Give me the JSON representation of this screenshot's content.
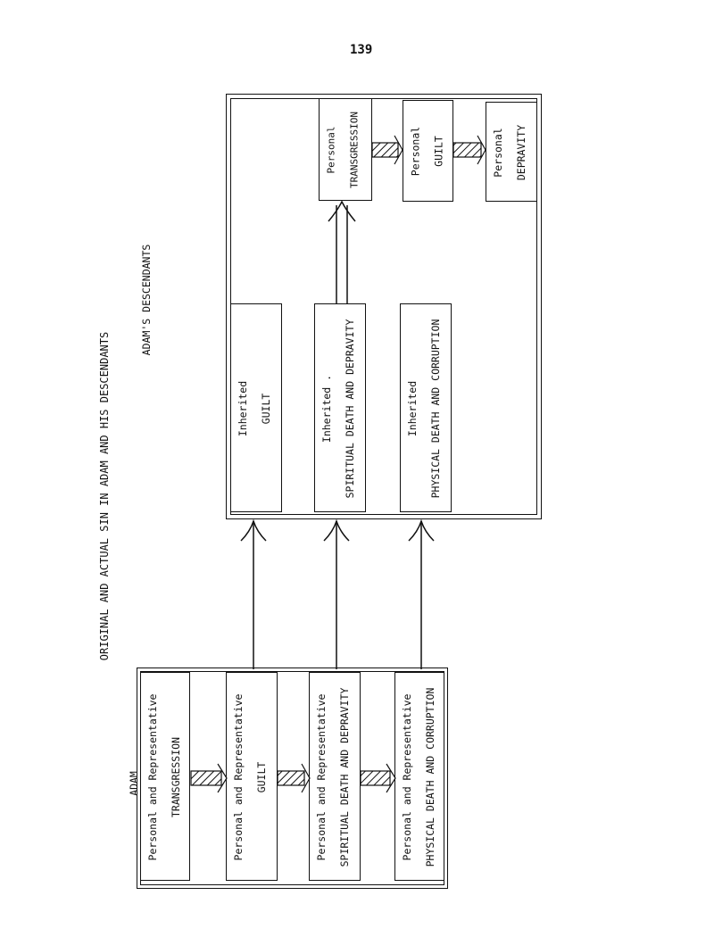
{
  "page_number": "139",
  "title": "ORIGINAL AND ACTUAL SIN IN ADAM AND HIS DESCENDANTS",
  "adam": {
    "label": "ADAM",
    "boxes": [
      {
        "line1": "Personal and Representative",
        "line2": "TRANSGRESSION"
      },
      {
        "line1": "Personal and Representative",
        "line2": "GUILT"
      },
      {
        "line1": "Personal and Representative",
        "line2": "SPIRITUAL DEATH AND DEPRAVITY"
      },
      {
        "line1": "Personal and Representative",
        "line2": "PHYSICAL DEATH AND CORRUPTION"
      }
    ]
  },
  "descendants": {
    "label": "ADAM'S DESCENDANTS",
    "inherited": [
      {
        "line1": "Inherited",
        "line2": "GUILT"
      },
      {
        "line1": "Inherited .",
        "line2": "SPIRITUAL DEATH AND DEPRAVITY"
      },
      {
        "line1": "Inherited",
        "line2": "PHYSICAL DEATH AND CORRUPTION"
      }
    ],
    "personal": [
      {
        "line1": "Personal",
        "line2": "TRANSGRESSION"
      },
      {
        "line1": "Personal",
        "line2": "GUILT"
      },
      {
        "line1": "Personal",
        "line2": "DEPRAVITY"
      }
    ]
  }
}
